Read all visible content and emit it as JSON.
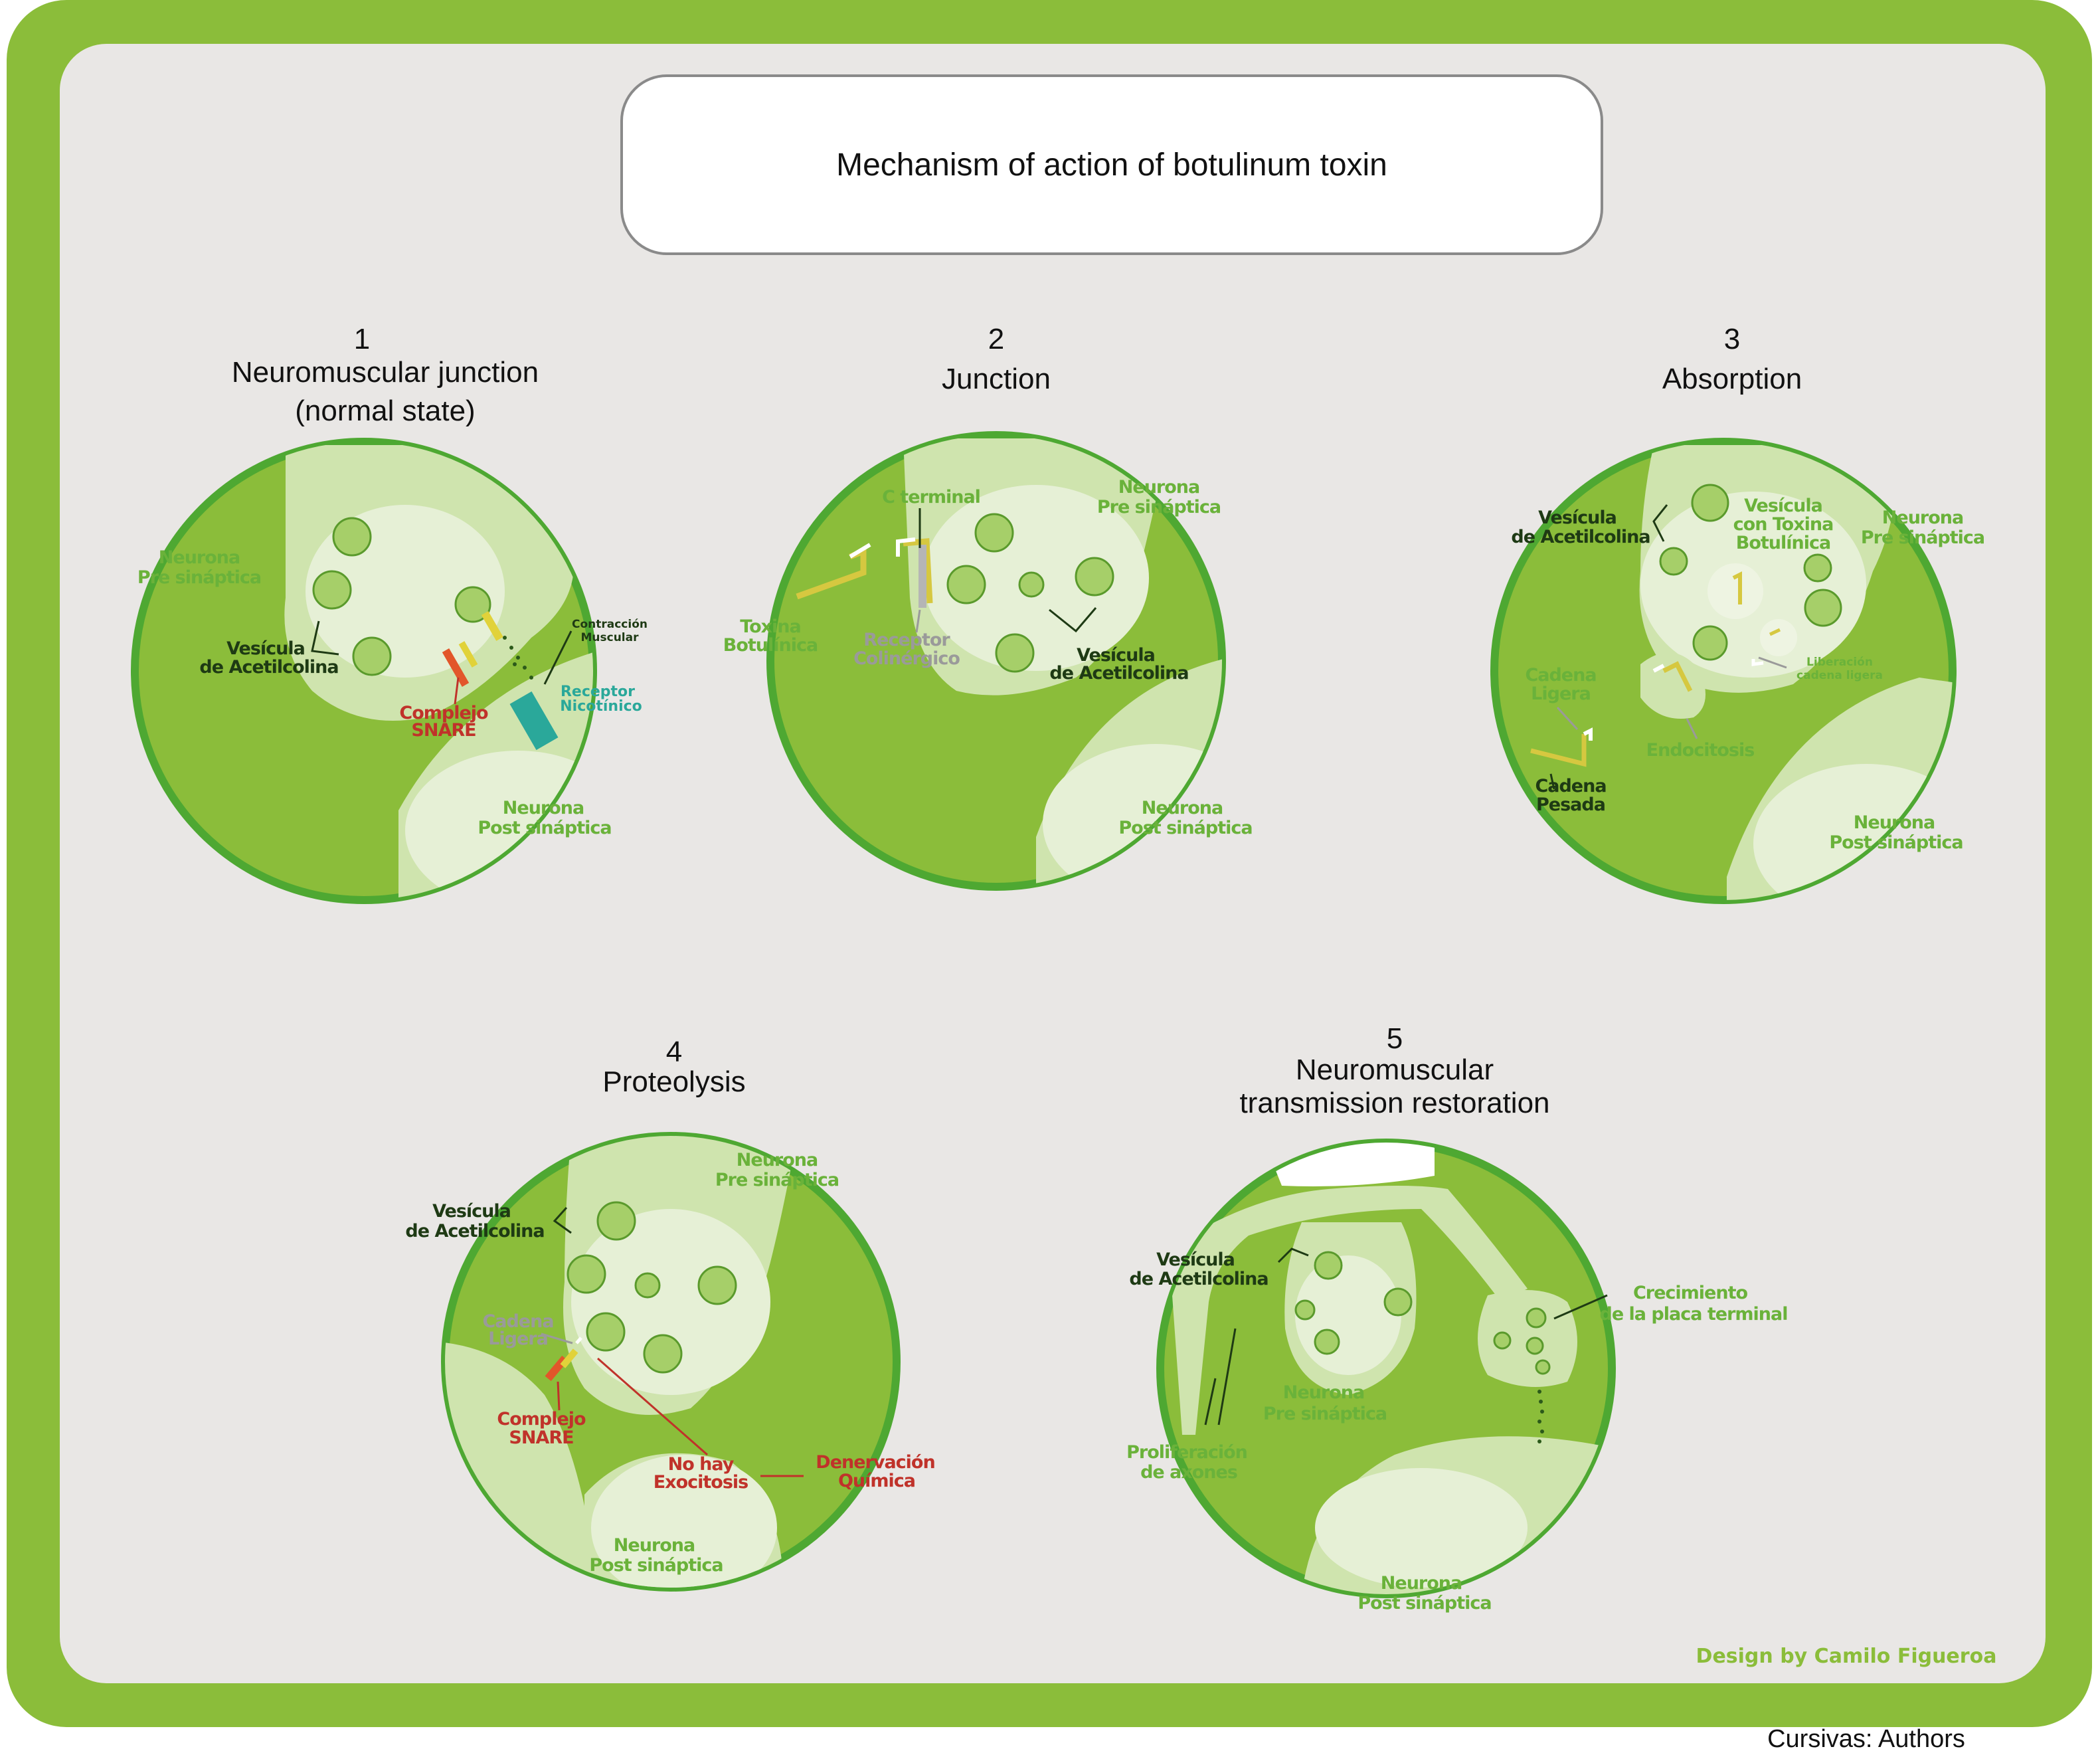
{
  "title": "Mechanism of action of botulinum toxin",
  "colors": {
    "frame": "#8bbd3a",
    "panel": "#e9e7e5",
    "label_green": "#6ab23a",
    "label_dark": "#1e3a14",
    "label_red": "#c0322a",
    "label_gray": "#9a9a9a",
    "label_teal": "#2aa89a"
  },
  "stages": [
    {
      "number": "1",
      "title_lines": [
        "Neuromuscular junction",
        "(normal state)"
      ],
      "labels": {
        "pre": [
          "Neurona",
          "Pre sináptica"
        ],
        "vesicle": [
          "Vesícula",
          "de Acetilcolina"
        ],
        "snare": [
          "Complejo",
          "SNARE"
        ],
        "contraction": [
          "Contracción",
          "Muscular"
        ],
        "receptor": [
          "Receptor",
          "Nicotínico"
        ],
        "post": [
          "Neurona",
          "Post sináptica"
        ]
      }
    },
    {
      "number": "2",
      "title_lines": [
        "Junction"
      ],
      "labels": {
        "cterm": "C terminal",
        "pre": [
          "Neurona",
          "Pre sináptica"
        ],
        "toxin": [
          "Toxina",
          "Botulínica"
        ],
        "receptor": [
          "Receptor",
          "Colinérgico"
        ],
        "vesicle": [
          "Vesícula",
          "de Acetilcolina"
        ],
        "post": [
          "Neurona",
          "Post sináptica"
        ]
      }
    },
    {
      "number": "3",
      "title_lines": [
        "Absorption"
      ],
      "labels": {
        "vesicle": [
          "Vesícula",
          "de Acetilcolina"
        ],
        "toxin_vesicle": [
          "Vesícula",
          "con Toxina",
          "Botulínica"
        ],
        "pre": [
          "Neurona",
          "Pre sináptica"
        ],
        "light_chain": [
          "Cadena",
          "Ligera"
        ],
        "release": [
          "Liberación",
          "cadena ligera"
        ],
        "endocytosis": "Endocitosis",
        "heavy_chain": [
          "Cadena",
          "Pesada"
        ],
        "post": [
          "Neurona",
          "Post sináptica"
        ]
      }
    },
    {
      "number": "4",
      "title_lines": [
        "Proteolysis"
      ],
      "labels": {
        "pre": [
          "Neurona",
          "Pre sináptica"
        ],
        "vesicle": [
          "Vesícula",
          "de Acetilcolina"
        ],
        "light_chain": [
          "Cadena",
          "Ligera"
        ],
        "snare": [
          "Complejo",
          "SNARE"
        ],
        "no_exo": [
          "No hay",
          "Exocitosis"
        ],
        "denervation": [
          "Denervación",
          "Química"
        ],
        "post": [
          "Neurona",
          "Post sináptica"
        ]
      }
    },
    {
      "number": "5",
      "title_lines": [
        "Neuromuscular",
        "transmission restoration"
      ],
      "labels": {
        "vesicle": [
          "Vesícula",
          "de Acetilcolina"
        ],
        "growth": [
          "Crecimiento",
          "de la placa terminal"
        ],
        "pre": [
          "Neurona",
          "Pre sináptica"
        ],
        "axons": [
          "Proliferación",
          "de axones"
        ],
        "post": [
          "Neurona",
          "Post sináptica"
        ]
      }
    }
  ],
  "credit": "Design by Camilo Figueroa",
  "footnote": "Cursivas: Authors"
}
